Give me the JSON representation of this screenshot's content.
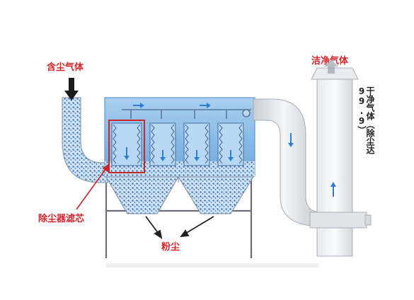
{
  "labels": {
    "dusty_gas": "含尘气体",
    "clean_gas": "洁净气体",
    "filter_element": "除尘器滤芯",
    "dust": "粉尘",
    "dry_clean_gas": "干净气体（除尘达99.9）"
  },
  "colors": {
    "label_red": "#d6242a",
    "box_blue": "#8fc0e8",
    "box_blue_dark": "#5e97cf",
    "dust": "#2f5ea3",
    "pipe_grey": "#dfe3e8",
    "arrow_blue": "#2f7fd0"
  },
  "icons": [
    "down-arrow-icon",
    "up-arrow-icon",
    "right-arrow-icon"
  ]
}
